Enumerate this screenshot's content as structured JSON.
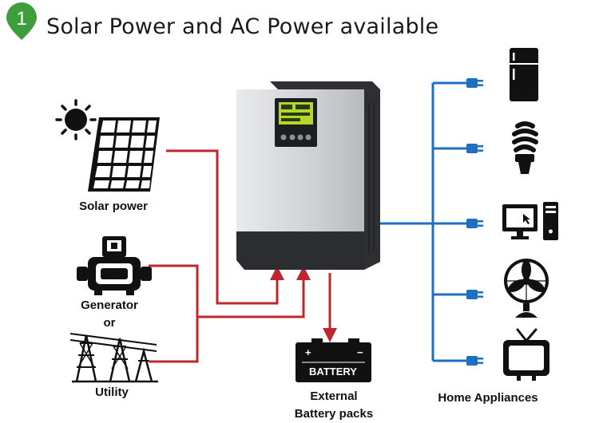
{
  "title": "Solar Power and AC Power available",
  "step_number": "1",
  "sources": {
    "solar_label": "Solar power",
    "generator_label": "Generator",
    "or_label": "or",
    "utility_label": "Utility"
  },
  "battery": {
    "text": "BATTERY",
    "label_line1": "External",
    "label_line2": "Battery packs"
  },
  "appliances": {
    "label": "Home Appliances",
    "icons": [
      "refrigerator-icon",
      "light-bulb-icon",
      "computer-icon",
      "fan-icon",
      "television-icon"
    ]
  },
  "colors": {
    "badge": "#3f9e3c",
    "dc_line": "#c0262d",
    "ac_line": "#1e6fbf",
    "lcd": "#b4d82a",
    "inverter_body": "#d2d4d6",
    "inverter_dark": "#2d2f32"
  }
}
